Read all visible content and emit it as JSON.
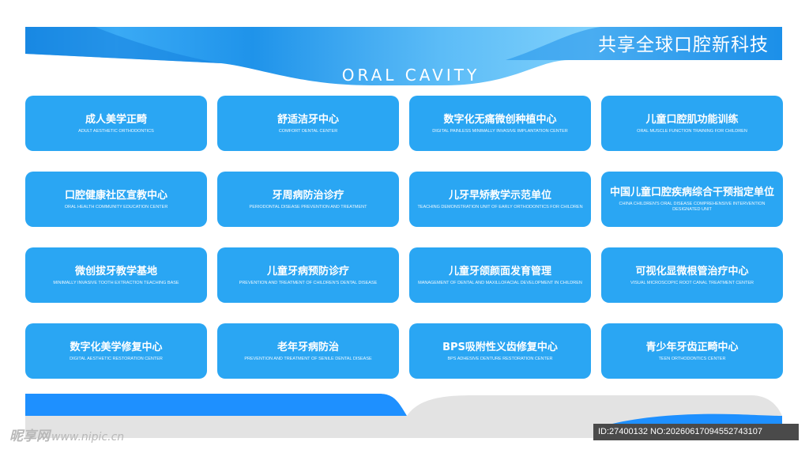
{
  "header": {
    "title": "共享全球口腔新科技",
    "subtitle": "ORAL CAVITY"
  },
  "colors": {
    "card": "#2aa6f3",
    "header_dark": "#1a8fe8",
    "header_light": "#7fd0fb",
    "footer_blue": "#1e90ff",
    "footer_gray": "#e3e3e3"
  },
  "cards": [
    {
      "title": "成人美学正畸",
      "subtitle": "ADULT AESTHETIC ORTHODONTICS"
    },
    {
      "title": "舒适洁牙中心",
      "subtitle": "COMFORT DENTAL CENTER"
    },
    {
      "title": "数字化无痛微创种植中心",
      "subtitle": "DIGITAL PAINLESS MINIMALLY INVASIVE IMPLANTATION CENTER"
    },
    {
      "title": "儿童口腔肌功能训练",
      "subtitle": "ORAL MUSCLE FUNCTION TRAINING FOR CHILDREN"
    },
    {
      "title": "口腔健康社区宣教中心",
      "subtitle": "ORAL HEALTH COMMUNITY EDUCATION CENTER"
    },
    {
      "title": "牙周病防治诊疗",
      "subtitle": "PERIODONTAL DISEASE PREVENTION AND TREATMENT"
    },
    {
      "title": "儿牙早矫教学示范单位",
      "subtitle": "TEACHING DEMONSTRATION UNIT OF EARLY ORTHODONTICS FOR CHILDREN"
    },
    {
      "title": "中国儿童口腔疾病综合干预指定单位",
      "subtitle": "CHINA CHILDREN'S ORAL DISEASE COMPREHENSIVE INTERVENTION DESIGNATED UNIT"
    },
    {
      "title": "微创拔牙教学基地",
      "subtitle": "MINIMALLY INVASIVE TOOTH EXTRACTION TEACHING BASE"
    },
    {
      "title": "儿童牙病预防诊疗",
      "subtitle": "PREVENTION AND TREATMENT OF CHILDREN'S DENTAL DISEASE"
    },
    {
      "title": "儿童牙颌颜面发育管理",
      "subtitle": "MANAGEMENT OF DENTAL AND MAXILLOFACIAL DEVELOPMENT IN CHILDREN"
    },
    {
      "title": "可视化显微根管治疗中心",
      "subtitle": "VISUAL MICROSCOPIC ROOT CANAL TREATMENT CENTER"
    },
    {
      "title": "数字化美学修复中心",
      "subtitle": "DIGITAL AESTHETIC RESTORATION CENTER"
    },
    {
      "title": "老年牙病防治",
      "subtitle": "PREVENTION AND TREATMENT OF SENILE DENTAL DISEASE"
    },
    {
      "title": "BPS吸附性义齿修复中心",
      "subtitle": "BPS ADHESIVE DENTURE RESTORATION CENTER"
    },
    {
      "title": "青少年牙齿正畸中心",
      "subtitle": "TEEN ORTHODONTICS CENTER"
    }
  ],
  "watermark": {
    "brand": "昵享网",
    "url": "www.nipic.cn",
    "id_text": "ID:27400132 NO:20260617094552743107"
  }
}
